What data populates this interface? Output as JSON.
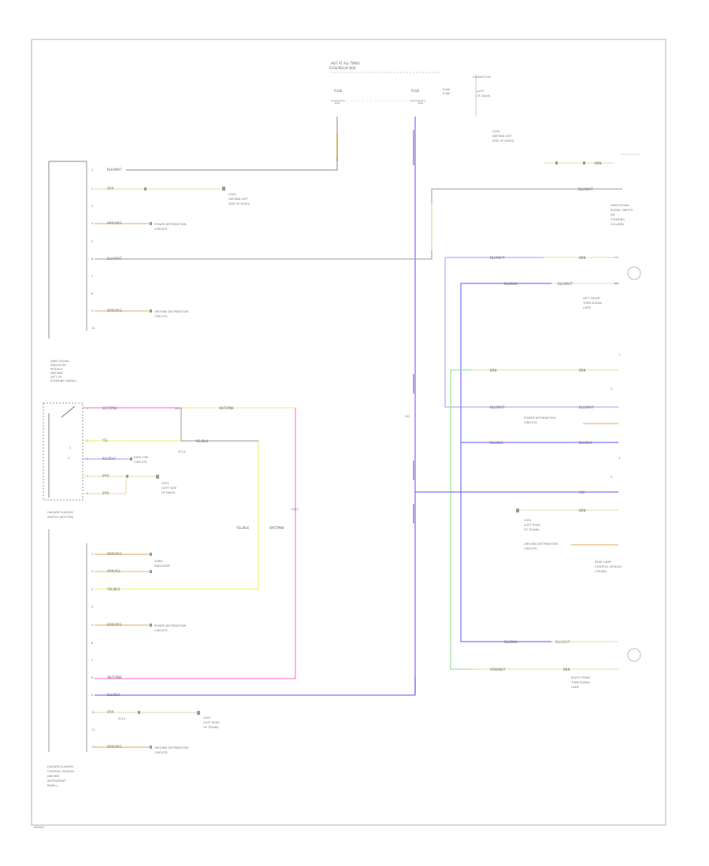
{
  "footer": {
    "code": "W0000"
  },
  "fuse_block": {
    "title_line1": "HOT AT ALL TIMES",
    "title_line2": "FUSE/RELAY BOX"
  },
  "fuses": [
    {
      "name": "FUSE",
      "rating": "15A"
    },
    {
      "name": "FUSE",
      "rating": "10A"
    }
  ],
  "fuse_note": {
    "l1": "FUSE",
    "l2": "FUSE",
    "l3": "CONNECTOR",
    "l4": "(LEFT",
    "l5": "OF DASH)"
  },
  "components": {
    "directional_module": {
      "l1": "DIRECTIONAL",
      "l2": "INDICATOR",
      "l3": "MODULE",
      "l4": "(BEHIND",
      "l5": "LEFT OF",
      "l6": "STEERING WHEEL)"
    },
    "hazard_switch": {
      "l1": "HAZARD FLASHER",
      "l2": "SWITCH (BOTTOM)"
    },
    "control_module": {
      "l1": "HAZARD FLASHER",
      "l2": "CONTROL MODULE",
      "l3": "(BEHIND",
      "l4": "INSTRUMENT",
      "l5": "PANEL)"
    },
    "left_front_lamp": {
      "l1": "LEFT FRONT",
      "l2": "TURN SIGNAL",
      "l3": "LAMP"
    },
    "right_front_lamp": {
      "l1": "RIGHT FRONT",
      "l2": "TURN SIGNAL",
      "l3": "LAMP"
    },
    "rear_module": {
      "l1": "REAR LAMP",
      "l2": "CONTROL MODULE",
      "l3": "(TRUNK)"
    },
    "dir_switch": {
      "l1": "DIRECTIONAL",
      "l2": "SIGNAL SWITCH",
      "l3": "(IN",
      "l4": "STEERING",
      "l5": "COLUMN)"
    },
    "indicator_sw": {
      "l1": "TURN",
      "l2": "INDICATOR"
    }
  },
  "splices": {
    "s1": "S211",
    "s2": "S212",
    "s3": "S213",
    "s4": "S214"
  },
  "grounds": {
    "g1": {
      "l1": "G200",
      "l2": "(BEHIND LEFT",
      "l3": "SIDE OF DASH)"
    },
    "g2": {
      "l1": "G201",
      "l2": "(LEFT SIDE",
      "l3": "OF DASH)"
    },
    "g3": {
      "l1": "G301",
      "l2": "(LEFT REAR",
      "l3": "OF TRUNK)"
    }
  },
  "refs": {
    "power_dist": {
      "l1": "POWER DISTRIBUTION",
      "l2": "CIRCUITS"
    },
    "ground_dist": {
      "l1": "GROUND DISTRIBUTION",
      "l2": "CIRCUITS"
    },
    "data_lines": {
      "l1": "DATA LINE",
      "l2": "CIRCUITS"
    }
  },
  "wires": {
    "blk": "BLK/WHT",
    "brn": "BRN",
    "brn_org": "BRN/ORG",
    "blu_wht": "BLU/WHT",
    "blu_blk": "BLU/BLK",
    "yel": "YEL",
    "yel_blk": "YEL/BLK",
    "pnk": "PNK",
    "wht_pnk": "WHT/PNK",
    "vio": "VIO",
    "grn_wht": "GRN/WHT",
    "brn_yel": "BRN/YEL"
  }
}
